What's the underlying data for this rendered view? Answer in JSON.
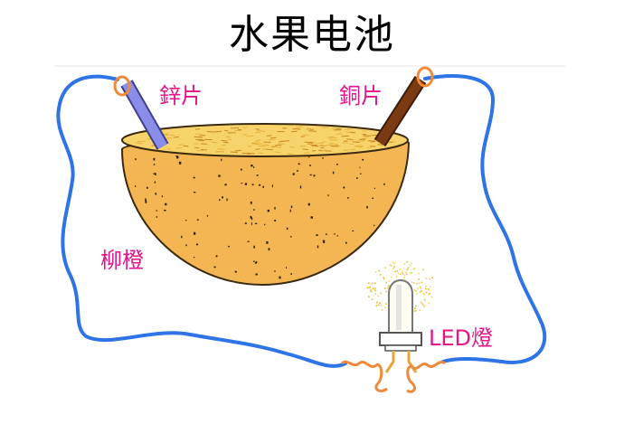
{
  "title": "水果电池",
  "labels": {
    "zinc": "鋅片",
    "copper": "銅片",
    "fruit": "柳橙",
    "led": "LED燈"
  },
  "colors": {
    "wire": "#2f74e6",
    "label": "#e0168a",
    "orange_skin": "#f3b652",
    "orange_pulp": "#f7d36b",
    "zinc": "#8a8ee8",
    "copper": "#7a3b12",
    "clip": "#f08a3a"
  }
}
